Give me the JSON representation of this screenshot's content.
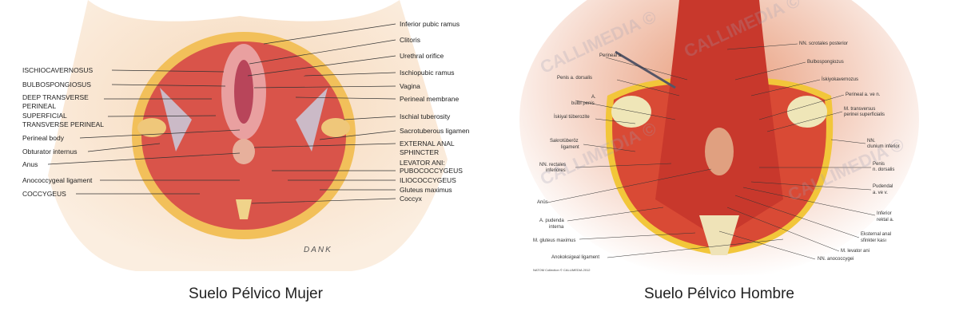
{
  "left": {
    "caption": "Suelo Pélvico Mujer",
    "signature": "DANK",
    "labels_left": [
      "ISCHIOCAVERNOSUS",
      "BULBOSPONGIOSUS",
      "DEEP TRANSVERSE",
      "PERINEAL",
      "SUPERFICIAL",
      "TRANSVERSE PERINEAL",
      "Perineal body",
      "Obturator internus",
      "Anus",
      "Anococcygeal ligament",
      "COCCYGEUS"
    ],
    "labels_right": [
      "Inferior pubic ramus",
      "Clitoris",
      "Urethral orifice",
      "Ischiopubic ramus",
      "Vagina",
      "Perineal membrane",
      "Ischial tuberosity",
      "Sacrotuberous ligamen",
      "EXTERNAL ANAL",
      "SPHINCTER",
      "LEVATOR ANI:",
      "PUBOCOCCYGEUS",
      "ILIOCOCCYGEUS",
      "Gluteus maximus",
      "Coccyx"
    ]
  },
  "right": {
    "caption": "Suelo Pélvico Hombre",
    "watermark": "CALLIMEDIA ©",
    "credit": "NATOM Collection © CALLIMEDIA 2012",
    "labels_left": [
      "Perineal a.",
      "Penis a. dorsalis",
      "A.",
      "bulbi penis",
      "İskiyal tüberozite",
      "Sakrotüberöz",
      "ligament",
      "NN. rectales",
      "inferiores",
      "Anüs",
      "A. pudenda",
      "interna",
      "M. gluteus maximus",
      "Anokoksigeal ligament"
    ],
    "labels_right": [
      "NN. scrotales posterior",
      "Bulbospongiozus",
      "İskiyokavernozus",
      "Perineal a. ve n.",
      "M. transversus",
      "perinei superficialis",
      "NN.",
      "clunium inferior",
      "Penis",
      "n. dorsalis",
      "Pudendal",
      "a. ve v.",
      "Inferior",
      "rektal a.",
      "Eksternal anal",
      "sfinkter kası",
      "M. levator ani",
      "NN. anococcygei"
    ]
  }
}
